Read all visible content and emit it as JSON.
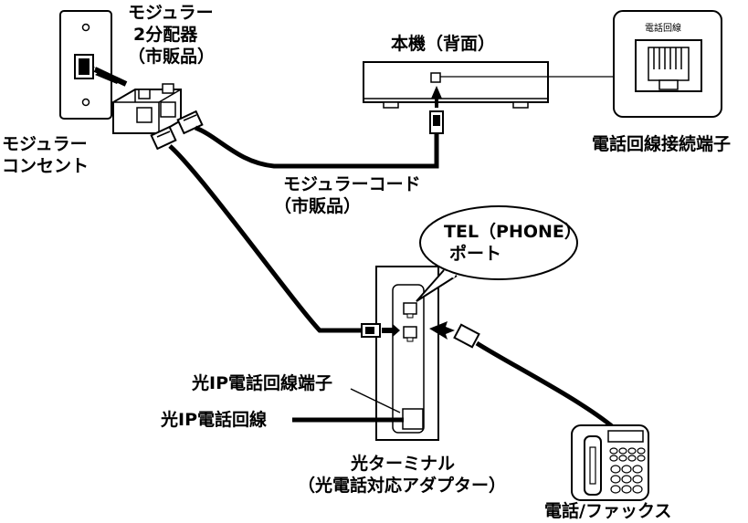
{
  "labels": {
    "modular_splitter": [
      "モジュラー",
      "2分配器",
      "（市販品）"
    ],
    "modular_outlet": [
      "モジュラー",
      "コンセント"
    ],
    "main_unit_back": "本機（背面）",
    "phone_line_jack_box_title": "電話回線",
    "phone_line_jack": "電話回線接続端子",
    "modular_cord": [
      "モジュラーコード",
      "（市販品）"
    ],
    "tel_port": [
      "TEL（PHONE）",
      "ポート"
    ],
    "ip_line_jack": "光IP電話回線端子",
    "ip_line": "光IP電話回線",
    "optical_terminal": [
      "光ターミナル",
      "（光電話対応アダプター）"
    ],
    "phone_fax": "電話/ファックス"
  }
}
